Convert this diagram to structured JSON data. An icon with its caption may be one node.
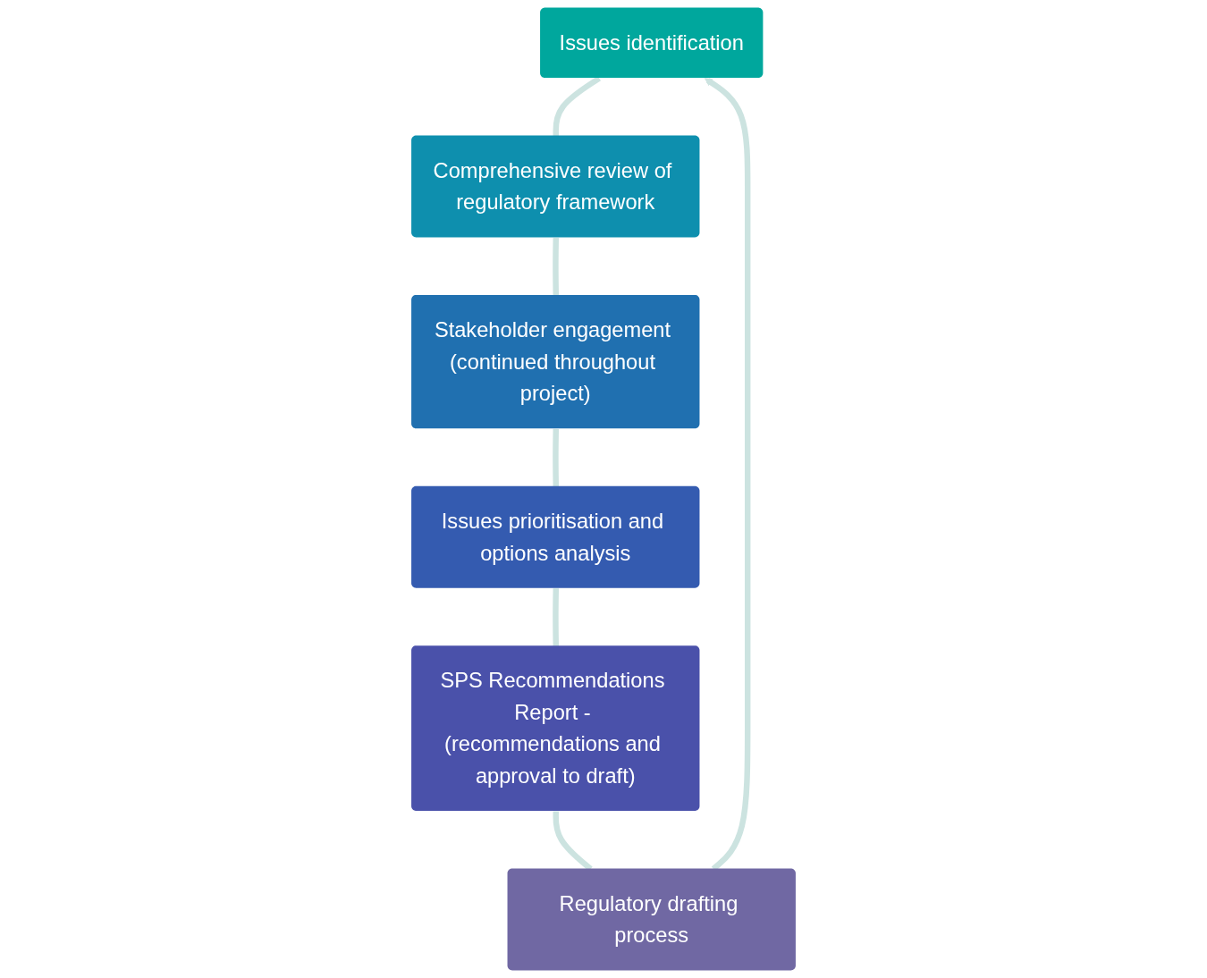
{
  "diagram": {
    "nodes": [
      {
        "text": [
          "Issues identification"
        ]
      },
      {
        "text": [
          "Comprehensive review of regulatory framework"
        ]
      },
      {
        "text": [
          "Stakeholder engagement (continued throughout project)"
        ]
      },
      {
        "text": [
          "Issues prioritisation and options analysis"
        ]
      },
      {
        "text": [
          "SPS Recommendations Report - (recommendations and approval to draft)"
        ]
      },
      {
        "text": [
          "Regulatory drafting process"
        ]
      }
    ],
    "edges": [
      {
        "from": 0,
        "to": 1,
        "arrow": "none"
      },
      {
        "from": 1,
        "to": 2,
        "arrow": "none"
      },
      {
        "from": 2,
        "to": 3,
        "arrow": "none"
      },
      {
        "from": 3,
        "to": 4,
        "arrow": "none"
      },
      {
        "from": 4,
        "to": 5,
        "arrow": "none"
      },
      {
        "from": 5,
        "to": 0,
        "arrow": "to"
      }
    ]
  }
}
